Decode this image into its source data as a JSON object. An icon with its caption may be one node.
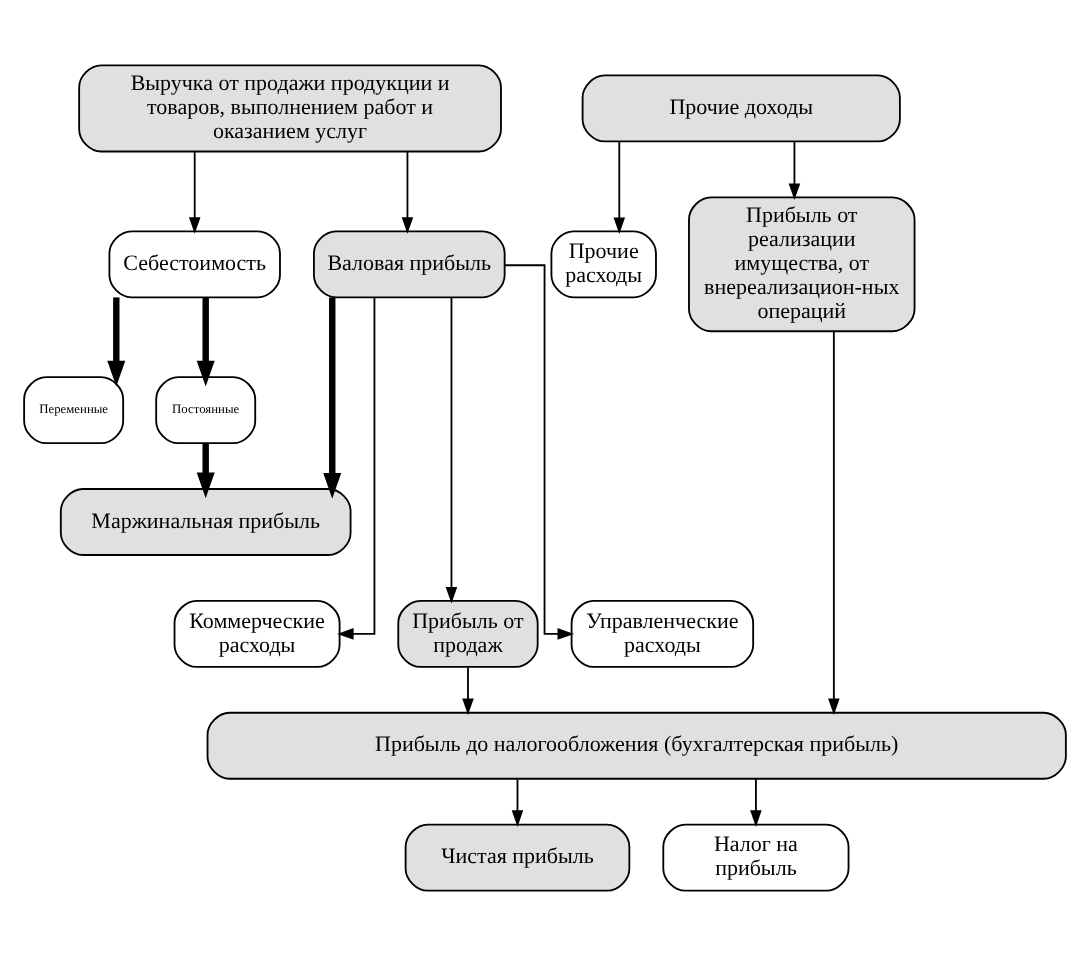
{
  "diagram": {
    "nodes": [
      {
        "text": [
          "Выручка от продажи продукции и товаров, выполнением работ и оказанием услуг"
        ]
      },
      {
        "text": [
          "Прочие доходы"
        ]
      },
      {
        "text": [
          "Себестоимость"
        ]
      },
      {
        "text": [
          "Валовая прибыль"
        ]
      },
      {
        "text": [
          "Прочие расходы"
        ]
      },
      {
        "text": [
          "Прибыль от реализации имущества, от внереализацион-ных операций"
        ]
      },
      {
        "text": [
          "Переменные"
        ]
      },
      {
        "text": [
          "Постоянные"
        ]
      },
      {
        "text": [
          "Маржинальная прибыль"
        ]
      },
      {
        "text": [
          "Прибыль от продаж"
        ]
      },
      {
        "text": [
          "Коммерческие расходы"
        ]
      },
      {
        "text": [
          "Управленческие расходы"
        ]
      },
      {
        "text": [
          "Прибыль до налогообложения (бухгалтерская прибыль)"
        ]
      },
      {
        "text": [
          "Чистая прибыль"
        ]
      },
      {
        "text": [
          "Налог на прибыль"
        ]
      }
    ],
    "edges": [
      {
        "from": 0,
        "to": 2,
        "arrow": "to"
      },
      {
        "from": 0,
        "to": 3,
        "arrow": "to"
      },
      {
        "from": 1,
        "to": 4,
        "arrow": "to"
      },
      {
        "from": 1,
        "to": 5,
        "arrow": "to"
      },
      {
        "from": 2,
        "to": 6,
        "arrow": "to",
        "style": "thick"
      },
      {
        "from": 2,
        "to": 7,
        "arrow": "to",
        "style": "thick"
      },
      {
        "from": 7,
        "to": 8,
        "arrow": "to",
        "style": "thick"
      },
      {
        "from": 3,
        "to": 8,
        "arrow": "to",
        "style": "thick"
      },
      {
        "from": 3,
        "to": 9,
        "arrow": "to"
      },
      {
        "from": 3,
        "to": 10,
        "arrow": "to"
      },
      {
        "from": 3,
        "to": 11,
        "arrow": "to"
      },
      {
        "from": 9,
        "to": 12,
        "arrow": "to"
      },
      {
        "from": 5,
        "to": 12,
        "arrow": "to"
      },
      {
        "from": 12,
        "to": 13,
        "arrow": "to"
      },
      {
        "from": 12,
        "to": 14,
        "arrow": "to"
      }
    ]
  }
}
